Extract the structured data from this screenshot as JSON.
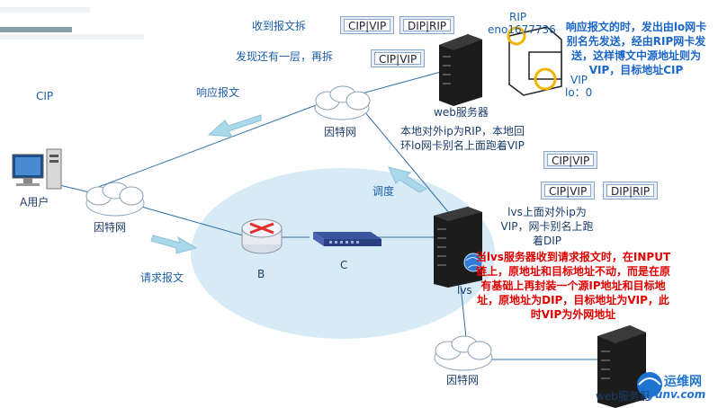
{
  "labels": {
    "receive_unpack": "收到报文拆",
    "unpack_again": "发现还有一层，再拆",
    "response_msg": "响应报文",
    "request_msg": "请求报文",
    "schedule": "调度",
    "cip": "CIP",
    "user_a": "A用户",
    "internet_left": "因特网",
    "internet_top": "因特网",
    "internet_bottom": "因特网",
    "router_b": "B",
    "switch_c": "C",
    "lvs": "lvs",
    "web_server_top": "web服务器",
    "web_server_bottom": "web服务器",
    "rip_label": "RIP",
    "eno_label": "eno1677736",
    "vip_label": "VIP",
    "lo_label": "lo：0",
    "web_note": "本地对外ip为RIP，本地回环lo网卡别名上面跑着VIP",
    "lvs_note": "lvs上面对外ip为VIP，网卡别名上跑着DIP",
    "lvs_red_note": "当lvs服务器收到请求报文时，在INPUT链上，原地址和目标地址不动，而是在原有基础上再封装一个源IP地址和目标地址，原地址为DIP，目标地址为VIP，此时VIP为外网地址",
    "response_note": "响应报文的时，发出由lo网卡别名先发送，经由RIP网卡发送，这样博文中源地址则为VIP，目标地址CIP",
    "watermark_cn": "运维网",
    "watermark_url": "iyunv.com"
  },
  "packets": {
    "top_a": [
      "CIP|VIP"
    ],
    "top_b": [
      "DIP|RIP"
    ],
    "top_c": [
      "CIP|VIP"
    ],
    "mid_a": [
      "CIP|VIP"
    ],
    "mid_b": [
      "CIP|VIP"
    ],
    "mid_c": [
      "DIP|RIP"
    ]
  },
  "colors": {
    "line": "#2f6fa8",
    "arrow_fill": "#a9d8ea",
    "ellipse": "#d6ebf6",
    "red_text": "#e00000",
    "blue_text": "#1a66c9"
  }
}
